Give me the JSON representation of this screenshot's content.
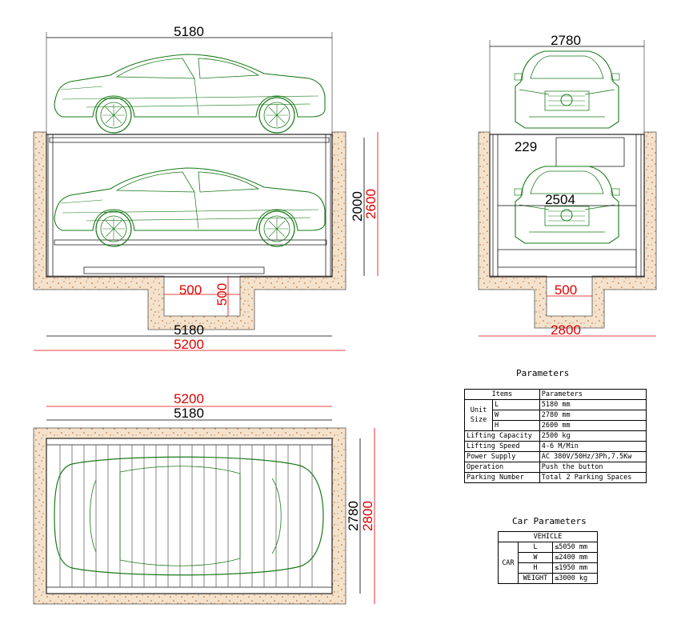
{
  "side_view": {
    "dims": {
      "top_length": "5180",
      "inner_height": "2000",
      "total_height": "2600",
      "pit_width": "500",
      "pit_depth": "500",
      "bottom_length": "5180",
      "total_length": "5200"
    }
  },
  "front_view": {
    "dims": {
      "top_width": "2780",
      "offset": "229",
      "inner_width": "2504",
      "pit_width": "500",
      "total_width": "2800"
    }
  },
  "top_view": {
    "dims": {
      "total_length": "5200",
      "length": "5180",
      "width": "2780",
      "total_width": "2800"
    }
  },
  "colors": {
    "car_outline": "#1a7a1a",
    "dimension_red": "#e00000",
    "concrete": "#f3dcc4"
  },
  "parameters": {
    "title": "Parameters",
    "header": {
      "items": "Items",
      "parameters": "Parameters"
    },
    "unit_size_label": "Unit Size",
    "unit_size": [
      {
        "key": "L",
        "value": "5180 mm"
      },
      {
        "key": "W",
        "value": "2780 mm"
      },
      {
        "key": "H",
        "value": "2600 mm"
      }
    ],
    "rows": [
      {
        "label": "Lifting Capacity",
        "value": "2500 kg"
      },
      {
        "label": "Lifting Speed",
        "value": "4-6 M/Min"
      },
      {
        "label": "Power Supply",
        "value": "AC 380V/50Hz/3Ph,7.5Kw"
      },
      {
        "label": "Operation",
        "value": "Push the button"
      },
      {
        "label": "Parking Number",
        "value": "Total 2 Parking Spaces"
      }
    ]
  },
  "car_parameters": {
    "title": "Car Parameters",
    "header": "VEHICLE",
    "group": "CAR",
    "rows": [
      {
        "key": "L",
        "value": "≤5050 mm"
      },
      {
        "key": "W",
        "value": "≤2400 mm"
      },
      {
        "key": "H",
        "value": "≤1950 mm"
      },
      {
        "key": "WEIGHT",
        "value": "≤3000 kg"
      }
    ]
  }
}
